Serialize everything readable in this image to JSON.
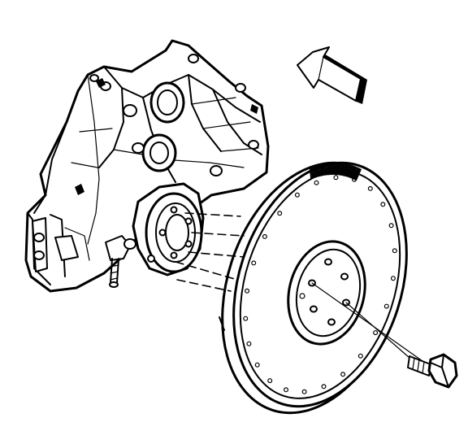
{
  "figure": {
    "components": [
      "engine-block",
      "crankshaft-flange",
      "flywheel",
      "ring-gear",
      "flywheel-bolt",
      "direction-arrow"
    ],
    "colors": {
      "line": "#000000",
      "background": "#ffffff"
    }
  }
}
